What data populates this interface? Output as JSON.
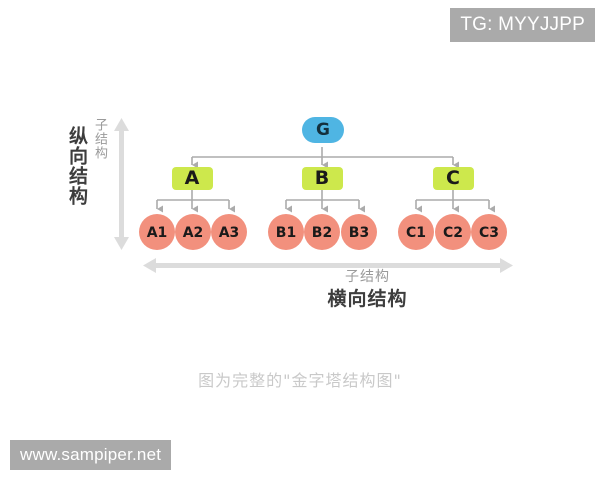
{
  "watermarks": {
    "top_right": "TG: MYYJJPP",
    "bottom_left": "www.sampiper.net"
  },
  "axes": {
    "vertical": {
      "main_label": "纵向结构",
      "sub_label": "子结构",
      "arrow": "double-headed-vertical-arrow"
    },
    "horizontal": {
      "main_label": "横向结构",
      "sub_label": "子结构",
      "arrow": "double-headed-horizontal-arrow"
    }
  },
  "caption": "图为完整的\"金字塔结构图\"",
  "colors": {
    "root": "#4FB5E3",
    "mid": "#CDE84C",
    "leaf": "#F2907D",
    "connector": "#ababab",
    "axis_arrow": "#dcdcdc",
    "watermark_bg": "#aaaaaa",
    "caption_text": "#c9c9c9"
  },
  "chart_data": {
    "type": "tree-diagram",
    "title": "金字塔结构图",
    "levels": 3,
    "root": {
      "label": "G",
      "shape": "rounded-pill",
      "color": "#4FB5E3"
    },
    "branches": [
      {
        "label": "A",
        "shape": "rounded-rect",
        "color": "#CDE84C",
        "children": [
          {
            "label": "A1",
            "shape": "circle",
            "color": "#F2907D"
          },
          {
            "label": "A2",
            "shape": "circle",
            "color": "#F2907D"
          },
          {
            "label": "A3",
            "shape": "circle",
            "color": "#F2907D"
          }
        ]
      },
      {
        "label": "B",
        "shape": "rounded-rect",
        "color": "#CDE84C",
        "children": [
          {
            "label": "B1",
            "shape": "circle",
            "color": "#F2907D"
          },
          {
            "label": "B2",
            "shape": "circle",
            "color": "#F2907D"
          },
          {
            "label": "B3",
            "shape": "circle",
            "color": "#F2907D"
          }
        ]
      },
      {
        "label": "C",
        "shape": "rounded-rect",
        "color": "#CDE84C",
        "children": [
          {
            "label": "C1",
            "shape": "circle",
            "color": "#F2907D"
          },
          {
            "label": "C2",
            "shape": "circle",
            "color": "#F2907D"
          },
          {
            "label": "C3",
            "shape": "circle",
            "color": "#F2907D"
          }
        ]
      }
    ]
  }
}
